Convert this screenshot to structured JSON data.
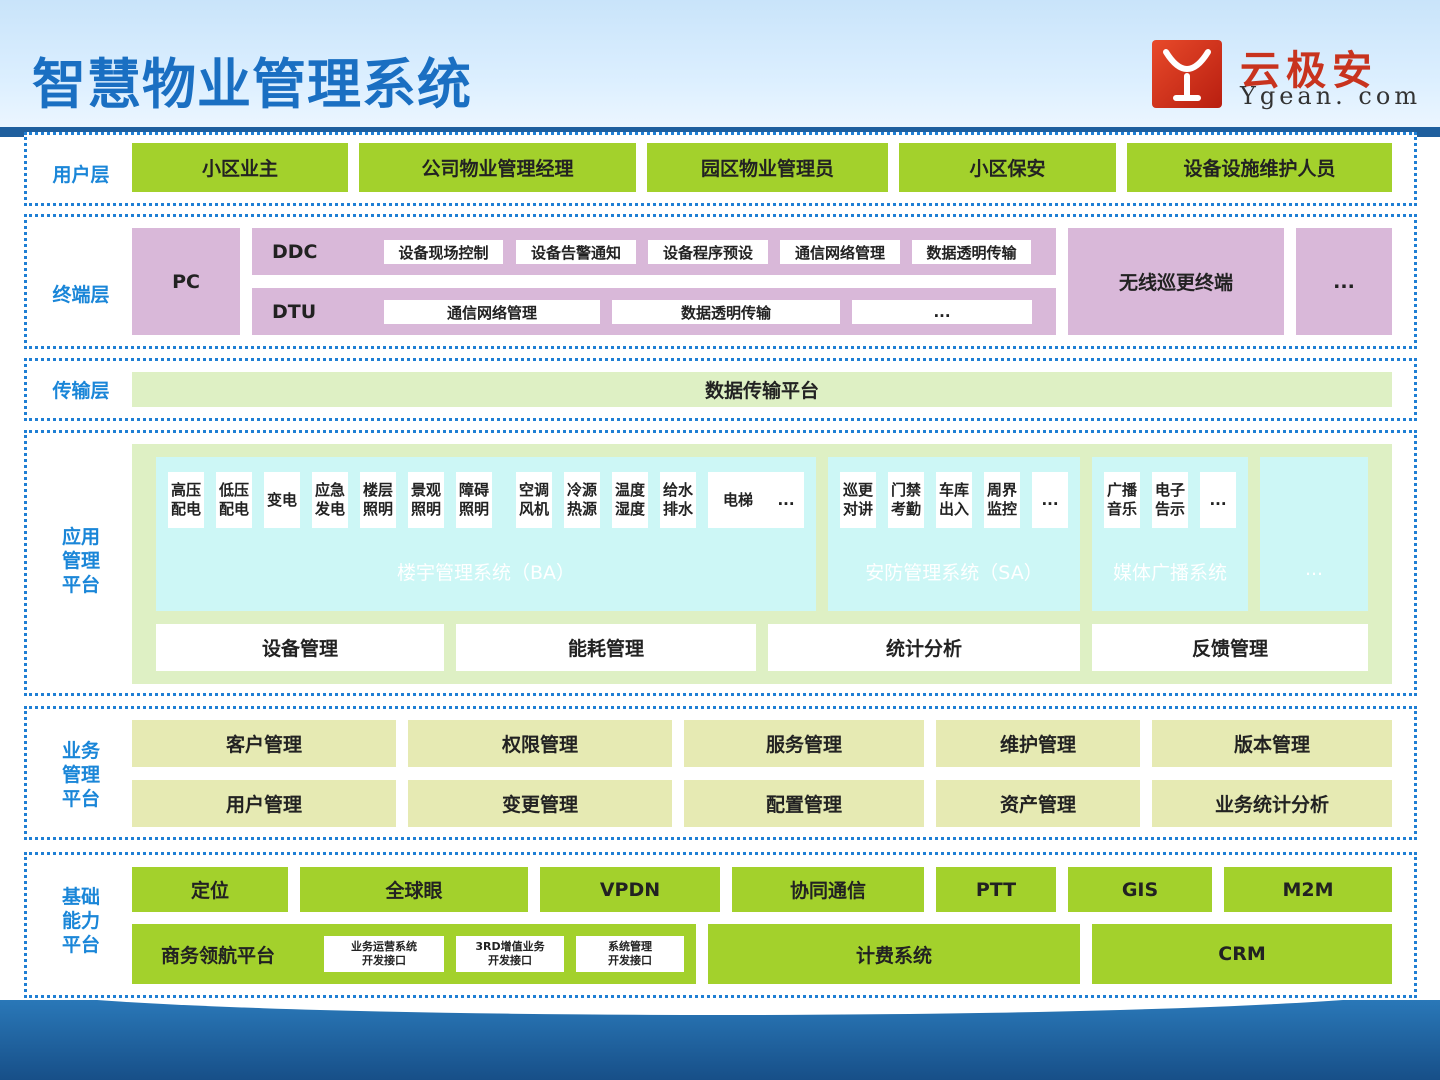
{
  "title": "智慧物业管理系统",
  "logo": {
    "cn": "云极安",
    "en": "Ygean. com"
  },
  "layers": {
    "user": {
      "label": "用户层",
      "items": [
        "小区业主",
        "公司物业管理经理",
        "园区物业管理员",
        "小区保安",
        "设备设施维护人员"
      ]
    },
    "terminal": {
      "label": "终端层",
      "pc": "PC",
      "ddc": {
        "label": "DDC",
        "items": [
          "设备现场控制",
          "设备告警通知",
          "设备程序预设",
          "通信网络管理",
          "数据透明传输"
        ]
      },
      "dtu": {
        "label": "DTU",
        "items": [
          "通信网络管理",
          "数据透明传输",
          "..."
        ]
      },
      "wireless": "无线巡更终端",
      "more": "..."
    },
    "transport": {
      "label": "传输层",
      "platform": "数据传输平台"
    },
    "app": {
      "label": "应用\n管理\n平台",
      "ba": {
        "title": "楼宇管理系统（BA）",
        "items": [
          "高压\n配电",
          "低压\n配电",
          "变电",
          "应急\n发电",
          "楼层\n照明",
          "景观\n照明",
          "障碍\n照明",
          "空调\n风机",
          "冷源\n热源",
          "温度\n湿度",
          "给水\n排水",
          "电梯",
          "..."
        ]
      },
      "sa": {
        "title": "安防管理系统（SA）",
        "items": [
          "巡更\n对讲",
          "门禁\n考勤",
          "车库\n出入",
          "周界\n监控",
          "..."
        ]
      },
      "media": {
        "title": "媒体广播系统",
        "items": [
          "广播\n音乐",
          "电子\n告示",
          "..."
        ]
      },
      "other": {
        "title": "..."
      },
      "bottom": [
        "设备管理",
        "能耗管理",
        "统计分析",
        "反馈管理"
      ]
    },
    "business": {
      "label": "业务\n管理\n平台",
      "row1": [
        "客户管理",
        "权限管理",
        "服务管理",
        "维护管理",
        "版本管理"
      ],
      "row2": [
        "用户管理",
        "变更管理",
        "配置管理",
        "资产管理",
        "业务统计分析"
      ]
    },
    "base": {
      "label": "基础\n能力\n平台",
      "row1": [
        "定位",
        "全球眼",
        "VPDN",
        "协同通信",
        "PTT",
        "GIS",
        "M2M"
      ],
      "nav": "商务领航平台",
      "apis": [
        "业务运营系统\n开发接口",
        "3RD增值业务\n开发接口",
        "系统管理\n开发接口"
      ],
      "billing": "计费系统",
      "crm": "CRM"
    }
  },
  "colors": {
    "green": "#a3d12c",
    "purple": "#d9b8d9",
    "blue": "#1a86d8",
    "khaki": "#e6eab3",
    "cyan": "#cdf7f6"
  }
}
